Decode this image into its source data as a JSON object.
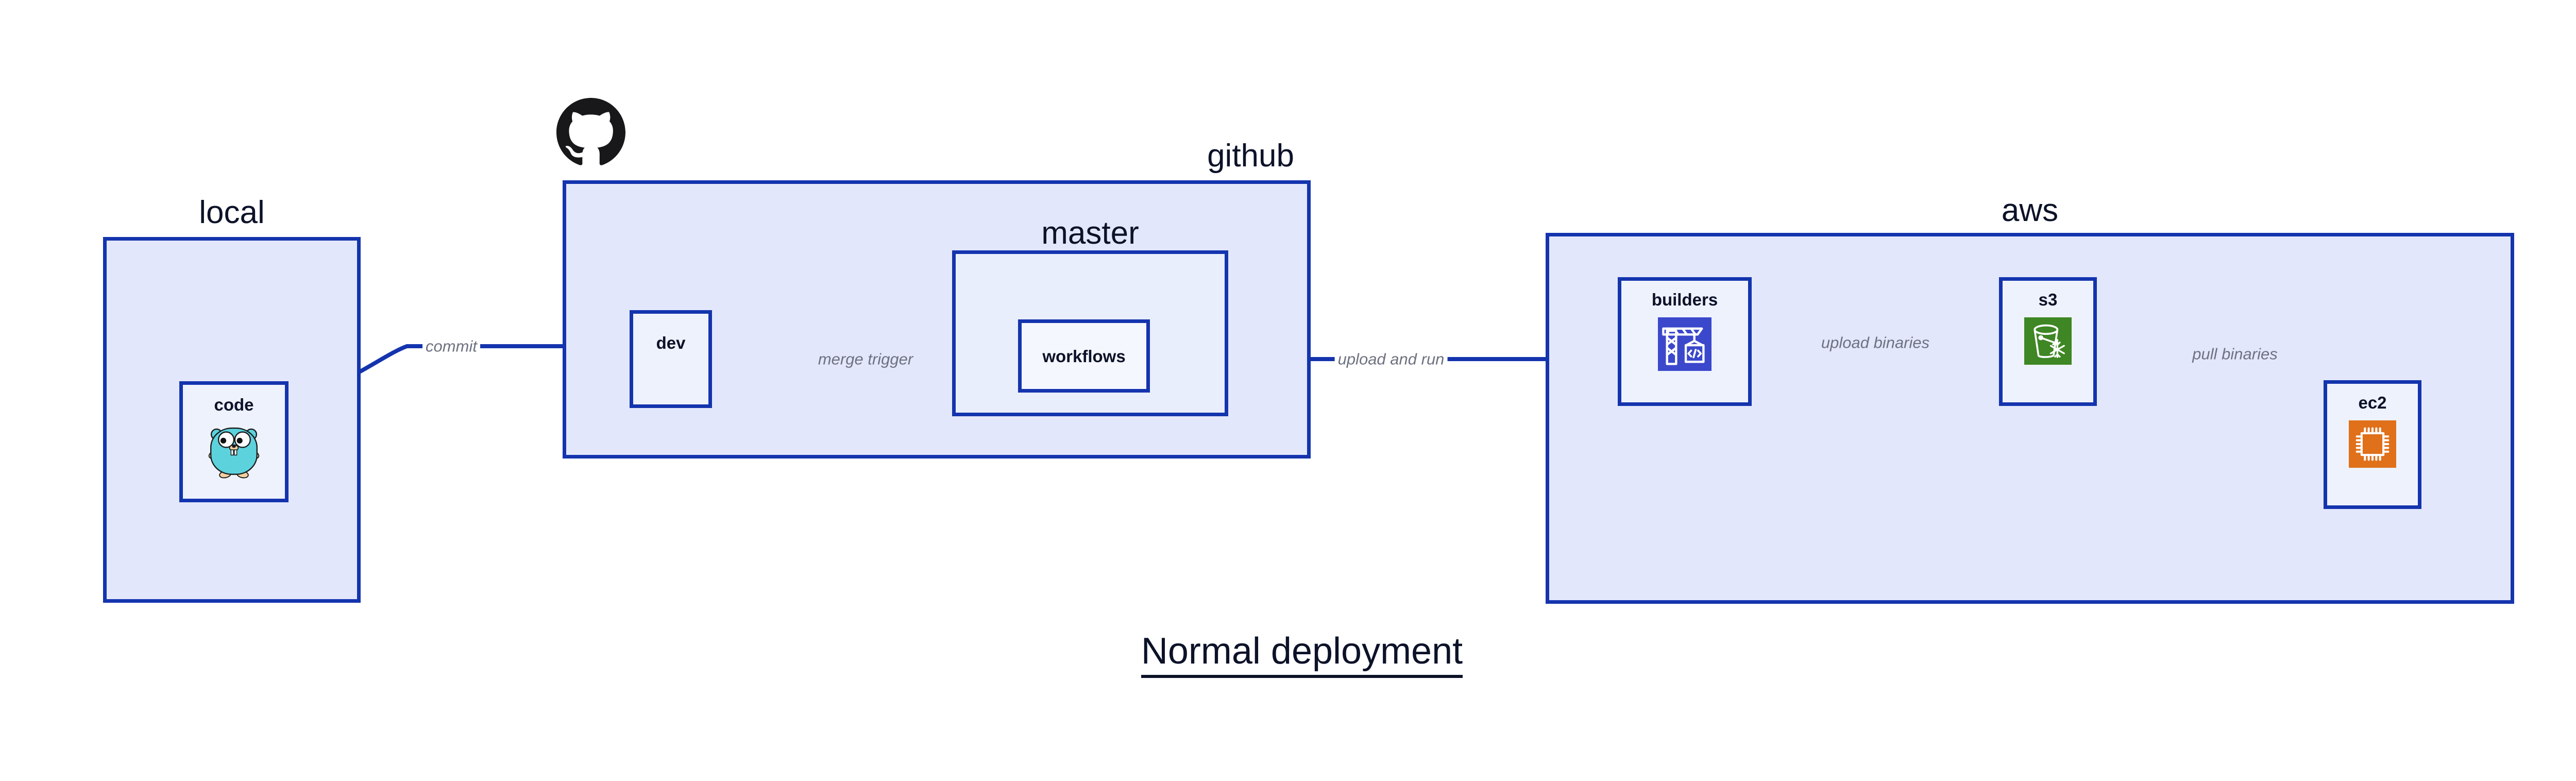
{
  "title": "Normal deployment",
  "colors": {
    "group_fill": "#e2e7fb",
    "group_inner_fill": "#e9eefc",
    "node_fill": "#eef2fd",
    "stroke": "#1434ae",
    "text": "#0c1228",
    "edge_label": "#6e7180",
    "codebuild_icon_bg": "#3b48cc",
    "s3_icon_bg": "#3f8624",
    "ec2_icon_bg": "#e0701a",
    "gopher_body": "#5cd2dd",
    "github_logo": "#18181b"
  },
  "groups": [
    {
      "id": "local",
      "label": "local"
    },
    {
      "id": "github",
      "label": "github"
    },
    {
      "id": "master",
      "label": "master"
    },
    {
      "id": "aws",
      "label": "aws"
    }
  ],
  "nodes": [
    {
      "id": "code",
      "label": "code",
      "icon": "go-gopher-icon",
      "group": "local"
    },
    {
      "id": "dev",
      "label": "dev",
      "icon": null,
      "group": "github"
    },
    {
      "id": "workflows",
      "label": "workflows",
      "icon": null,
      "group": "master"
    },
    {
      "id": "builders",
      "label": "builders",
      "icon": "aws-codebuild-icon",
      "group": "aws"
    },
    {
      "id": "s3",
      "label": "s3",
      "icon": "aws-s3-glacier-icon",
      "group": "aws"
    },
    {
      "id": "ec2",
      "label": "ec2",
      "icon": "aws-ec2-icon",
      "group": "aws"
    }
  ],
  "edges": [
    {
      "id": "commit",
      "label": "commit",
      "from": "code",
      "to": "dev"
    },
    {
      "id": "merge-trigger",
      "label": "merge trigger",
      "from": "dev",
      "to": "workflows"
    },
    {
      "id": "upload-and-run",
      "label": "upload and run",
      "from": "workflows",
      "to": "builders"
    },
    {
      "id": "upload-binaries",
      "label": "upload binaries",
      "from": "builders",
      "to": "s3"
    },
    {
      "id": "pull-binaries",
      "label": "pull binaries",
      "from": "s3",
      "to": "ec2"
    }
  ],
  "logos": [
    {
      "id": "github-logo",
      "name": "github-octocat-logo"
    }
  ]
}
